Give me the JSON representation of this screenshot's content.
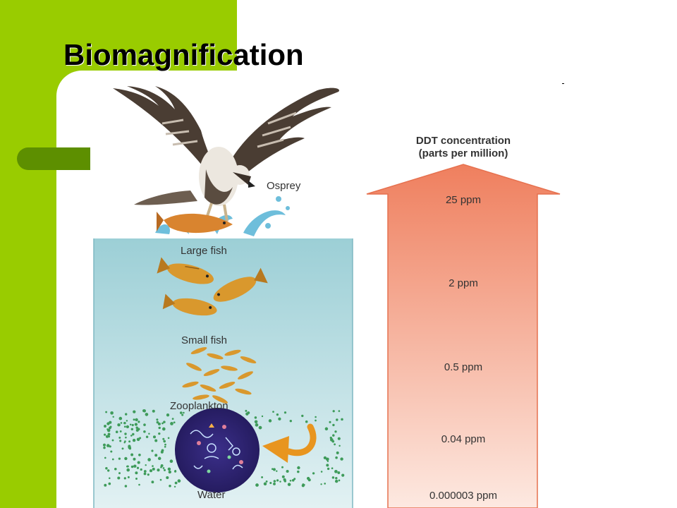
{
  "slide": {
    "title": "Biomagnification"
  },
  "colors": {
    "accent_green": "#99cc00",
    "dark_green": "#5d8f00",
    "water_top": "#9ccfd6",
    "water_bottom": "#e2f1f3",
    "arrow_top": "#ef7f5e",
    "arrow_bottom": "#fde9e1"
  },
  "food_chain": {
    "levels": [
      {
        "label": "Osprey"
      },
      {
        "label": "Large fish"
      },
      {
        "label": "Small fish"
      },
      {
        "label": "Zooplankton"
      },
      {
        "label": "Water"
      }
    ]
  },
  "ddt_arrow": {
    "heading_line1": "DDT concentration",
    "heading_line2": "(parts per million)",
    "levels": [
      "25 ppm",
      "2 ppm",
      "0.5 ppm",
      "0.04 ppm",
      "0.000003 ppm"
    ]
  },
  "icons": [
    "osprey-icon",
    "large-fish-icon",
    "small-fish-icon",
    "zooplankton-icon",
    "curved-arrow-icon"
  ]
}
